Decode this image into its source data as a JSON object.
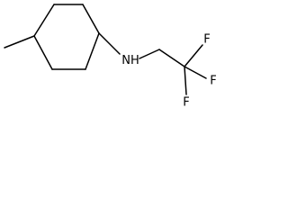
{
  "molecule": {
    "atoms": [
      {
        "id": "nitrogen",
        "label": "N",
        "hydrogen": "H"
      },
      {
        "id": "f1",
        "label": "F"
      },
      {
        "id": "f2",
        "label": "F"
      },
      {
        "id": "f3",
        "label": "F"
      }
    ],
    "bond_color": "#000000",
    "label_color": "#000000"
  }
}
